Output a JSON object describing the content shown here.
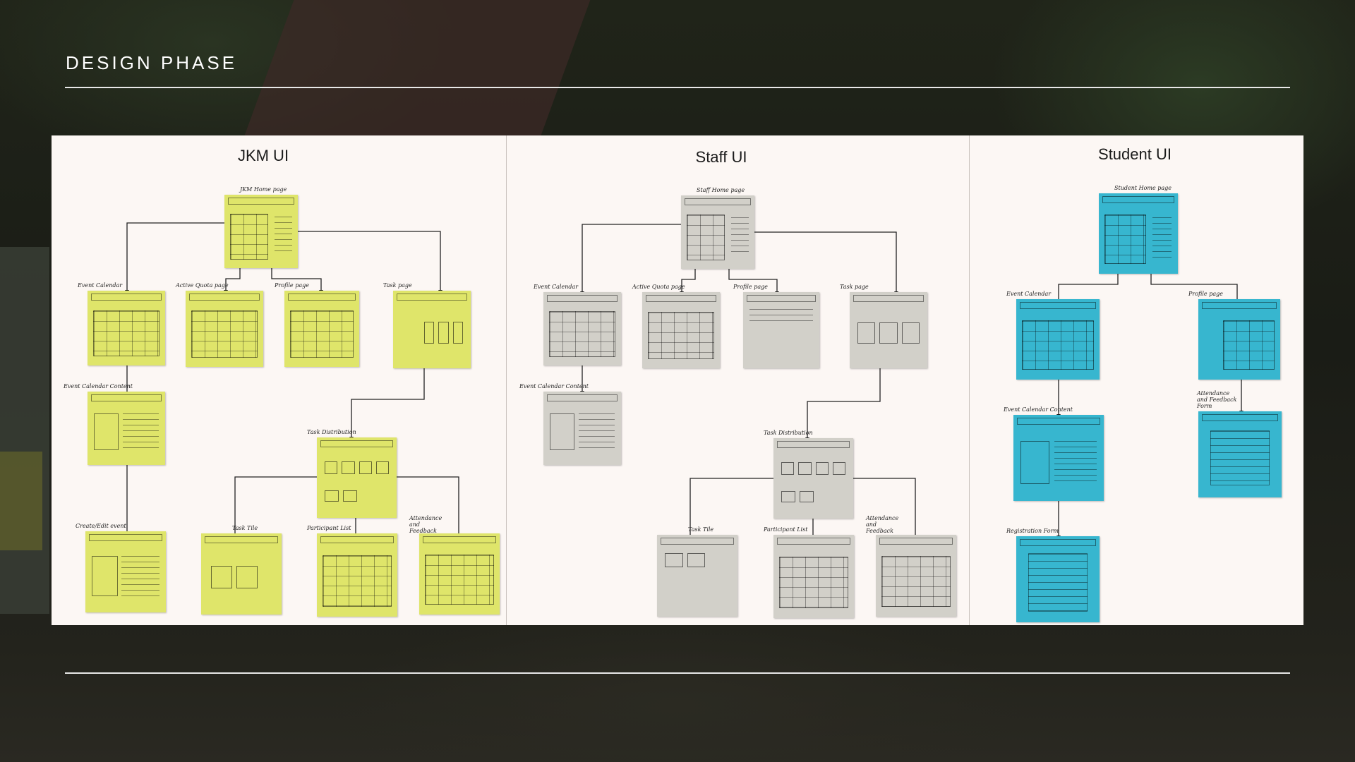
{
  "slide": {
    "title": "DESIGN PHASE"
  },
  "columns": [
    {
      "id": "jkm",
      "title": "JKM UI",
      "color": "#dfe56a"
    },
    {
      "id": "staff",
      "title": "Staff UI",
      "color": "#d2d0c9"
    },
    {
      "id": "student",
      "title": "Student UI",
      "color": "#37b6cf"
    }
  ],
  "jkm": {
    "home": "JKM Home page",
    "event_calendar": "Event Calendar",
    "active_quota": "Active Quota page",
    "profile": "Profile page",
    "task": "Task page",
    "event_calendar_content": "Event Calendar Content",
    "task_distribution": "Task Distribution",
    "create_edit_event": "Create/Edit event",
    "task_tile": "Task Tile",
    "participant_list": "Participant List",
    "attendance_feedback": "Attendance and Feedback"
  },
  "staff": {
    "home": "Staff Home page",
    "event_calendar": "Event Calendar",
    "active_quota": "Active Quota page",
    "profile": "Profile page",
    "task": "Task page",
    "event_calendar_content": "Event Calendar Content",
    "task_distribution": "Task Distribution",
    "task_tile": "Task Tile",
    "participant_list": "Participant List",
    "attendance_feedback": "Attendance and Feedback"
  },
  "student": {
    "home": "Student Home page",
    "event_calendar": "Event Calendar",
    "profile": "Profile page",
    "event_calendar_content": "Event Calendar Content",
    "attendance_feedback_form": "Attendance and Feedback Form",
    "registration_form": "Registration Form"
  }
}
